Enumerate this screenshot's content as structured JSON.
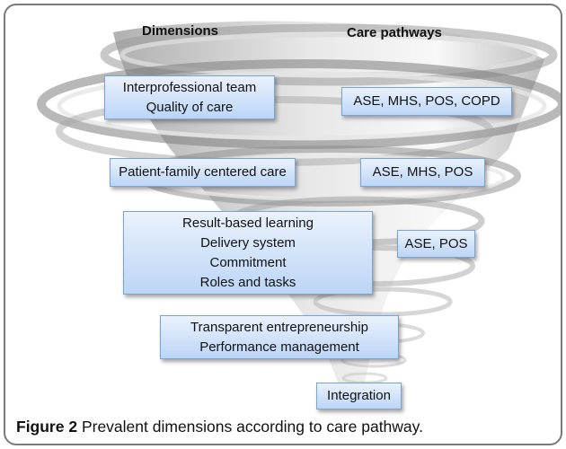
{
  "headers": {
    "dimensions": "Dimensions",
    "care_pathways": "Care pathways"
  },
  "dimensions": [
    {
      "lines": [
        "Interprofessional team",
        "Quality of care"
      ]
    },
    {
      "lines": [
        "Patient-family centered care"
      ]
    },
    {
      "lines": [
        "Result-based learning",
        "Delivery system",
        "Commitment",
        "Roles and tasks"
      ]
    },
    {
      "lines": [
        "Transparent entrepreneurship",
        "Performance management"
      ]
    },
    {
      "lines": [
        "Integration"
      ]
    }
  ],
  "pathways": [
    {
      "text": "ASE, MHS, POS, COPD"
    },
    {
      "text": "ASE, MHS, POS"
    },
    {
      "text": "ASE, POS"
    }
  ],
  "caption": {
    "label": "Figure 2",
    "text": "Prevalent dimensions according to care pathway."
  },
  "colors": {
    "box_fill_top": "#eaf2fd",
    "box_fill_bottom": "#bcd5f6",
    "box_border": "#7aa3d6",
    "frame_border": "#7a7a7a"
  }
}
